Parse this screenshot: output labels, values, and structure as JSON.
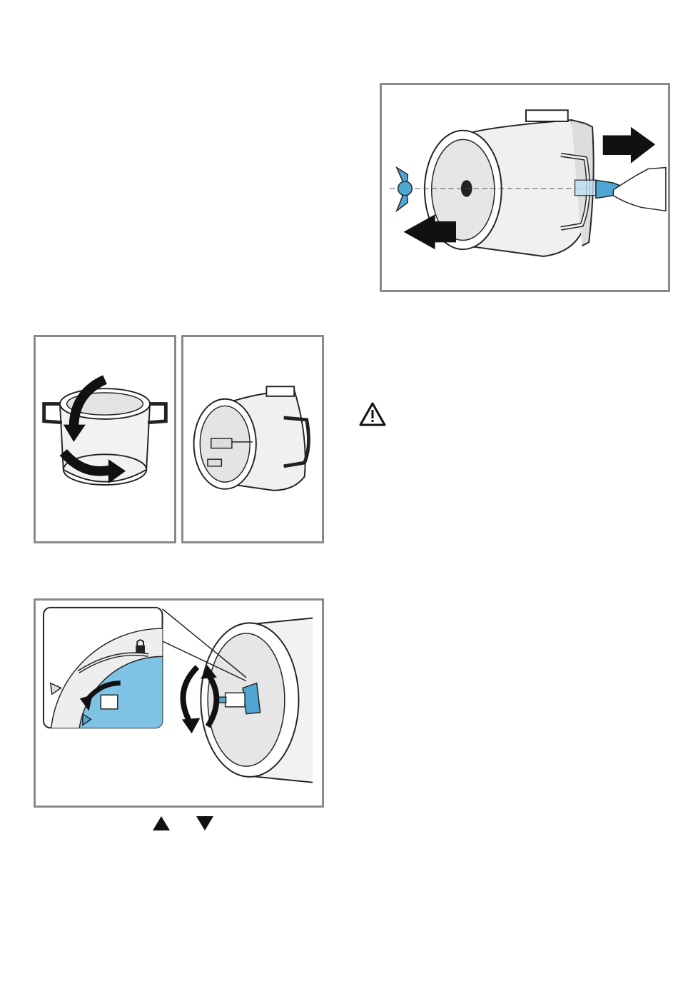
{
  "figures": {
    "top": {
      "illustration": "remove-rotor-axle",
      "accent": "#4fa6d3"
    },
    "mid_left": {
      "illustration": "remove-lid-rotate"
    },
    "mid_right": {
      "illustration": "drum-rotor-assembly"
    },
    "bottom": {
      "illustration": "lock-rotor-detail",
      "accent": "#7ec2e4"
    }
  },
  "icons": {
    "warning": "warning-triangle-icon",
    "up": "triangle-up-icon",
    "down": "triangle-down-icon"
  },
  "colors": {
    "frame": "#8a8a8a",
    "line": "#222222",
    "blue": "#4fa6d3",
    "lightblue": "#9fd2ec",
    "gray": "#e8e8e8"
  }
}
